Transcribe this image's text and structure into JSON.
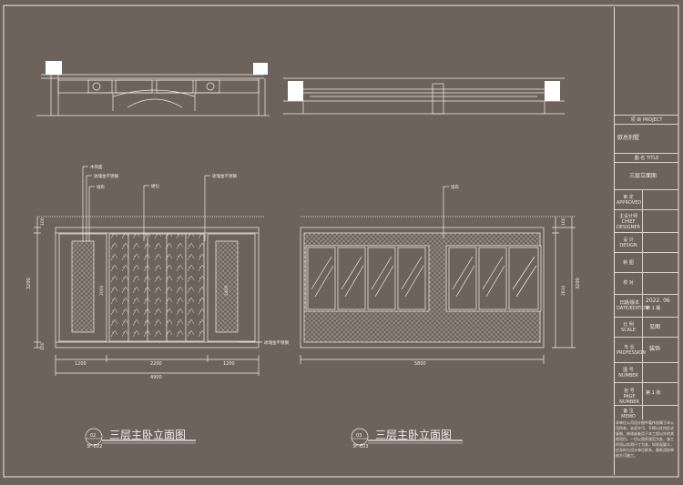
{
  "drawing_02": {
    "labels": [
      "木饰面",
      "玫瑰金不锈钢",
      "墙布",
      "硬包",
      "玫瑰金不锈钢"
    ],
    "bottom_label": "玫瑰金不锈钢",
    "dims_bottom": [
      "1200",
      "2200",
      "1200"
    ],
    "dim_total": "4900",
    "dim_left": "3200",
    "dim_left_top": "100",
    "dim_left_bottom": "100",
    "dim_mid": "2000",
    "dim_right": "2400",
    "title": "三层主卧立面图",
    "no_top": "02",
    "no_bottom": "3F-E02"
  },
  "drawing_03": {
    "label": "墙布",
    "dim_total": "5800",
    "dim_right_top": "100",
    "dim_right": "2610",
    "dim_right_total": "3200",
    "title": "三层主卧立面图",
    "no_top": "03",
    "no_bottom": "3F-E03"
  },
  "title_block": {
    "project_label": "项 目   PROJECT",
    "project_value": "欧总别墅",
    "title_label": "图 名   TITLE",
    "title_value": "三层立面图",
    "approved_label": "审 定\nAPPROVED",
    "chief_label": "主设计师\nCHIEF\nDESIGNER",
    "design_label": "设 计\nDESIGN",
    "draw_label": "制 图",
    "check_label": "校 对",
    "date_label": "日期/版本\nDATE/EDITION",
    "date_value": "2022. 06",
    "edition_value": "第 1 版",
    "scale_label": "比 例\nSCALE",
    "scale_value": "见图",
    "profession_label": "专 业\nPROFESSION",
    "profession_value": "装饰",
    "number_label": "图 号\nNUMBER",
    "page_label": "张 号\nPAGE NUMBER",
    "page_value": "第 1 张",
    "memo_label": "备 注\nMEMO",
    "memo_text": "本单位公司设计图中著作权属于本公司所有，未经许可，不得以任何形式复制、修改或者用于本工程以外的其他项目。一切以国家规范为准，施工时须以实测尺寸为准，如发现疑义，应及时与设计单位联系，图纸须经审核方可施工。"
  },
  "colors": {
    "background": "#6e625c",
    "line": "#f4efe9"
  }
}
